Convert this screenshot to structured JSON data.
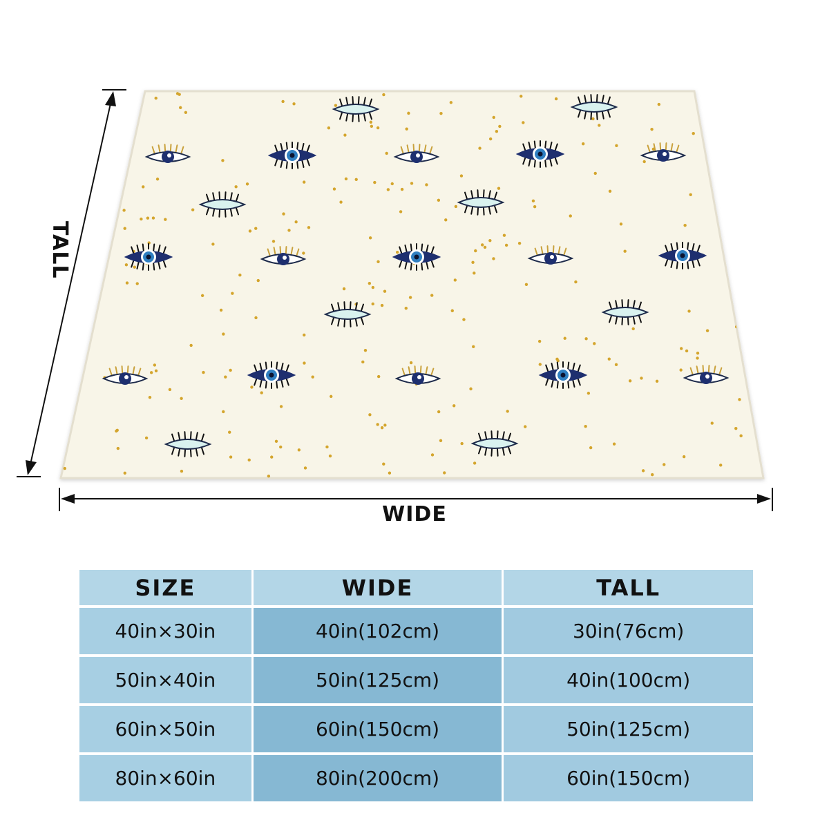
{
  "labels": {
    "wide": "WIDE",
    "tall": "TALL"
  },
  "colors": {
    "blanket": "#f8f5e8",
    "dot": "#d4a52d",
    "eye_dark": "#1e2f6f",
    "eye_light": "#d9f2ef",
    "iris": "#2f7fc1",
    "gold": "#c9a13c",
    "table_header": "#b3d6e7",
    "table_col_1": "#a7cfe3",
    "table_col_2": "#86b8d3",
    "table_col_3": "#a1cae0"
  },
  "table": {
    "headers": [
      "SIZE",
      "WIDE",
      "TALL"
    ],
    "rows": [
      [
        "40in×30in",
        "40in(102cm)",
        "30in(76cm)"
      ],
      [
        "50in×40in",
        "50in(125cm)",
        "40in(100cm)"
      ],
      [
        "60in×50in",
        "60in(150cm)",
        "50in(125cm)"
      ],
      [
        "80in×60in",
        "80in(200cm)",
        "60in(150cm)"
      ]
    ]
  }
}
